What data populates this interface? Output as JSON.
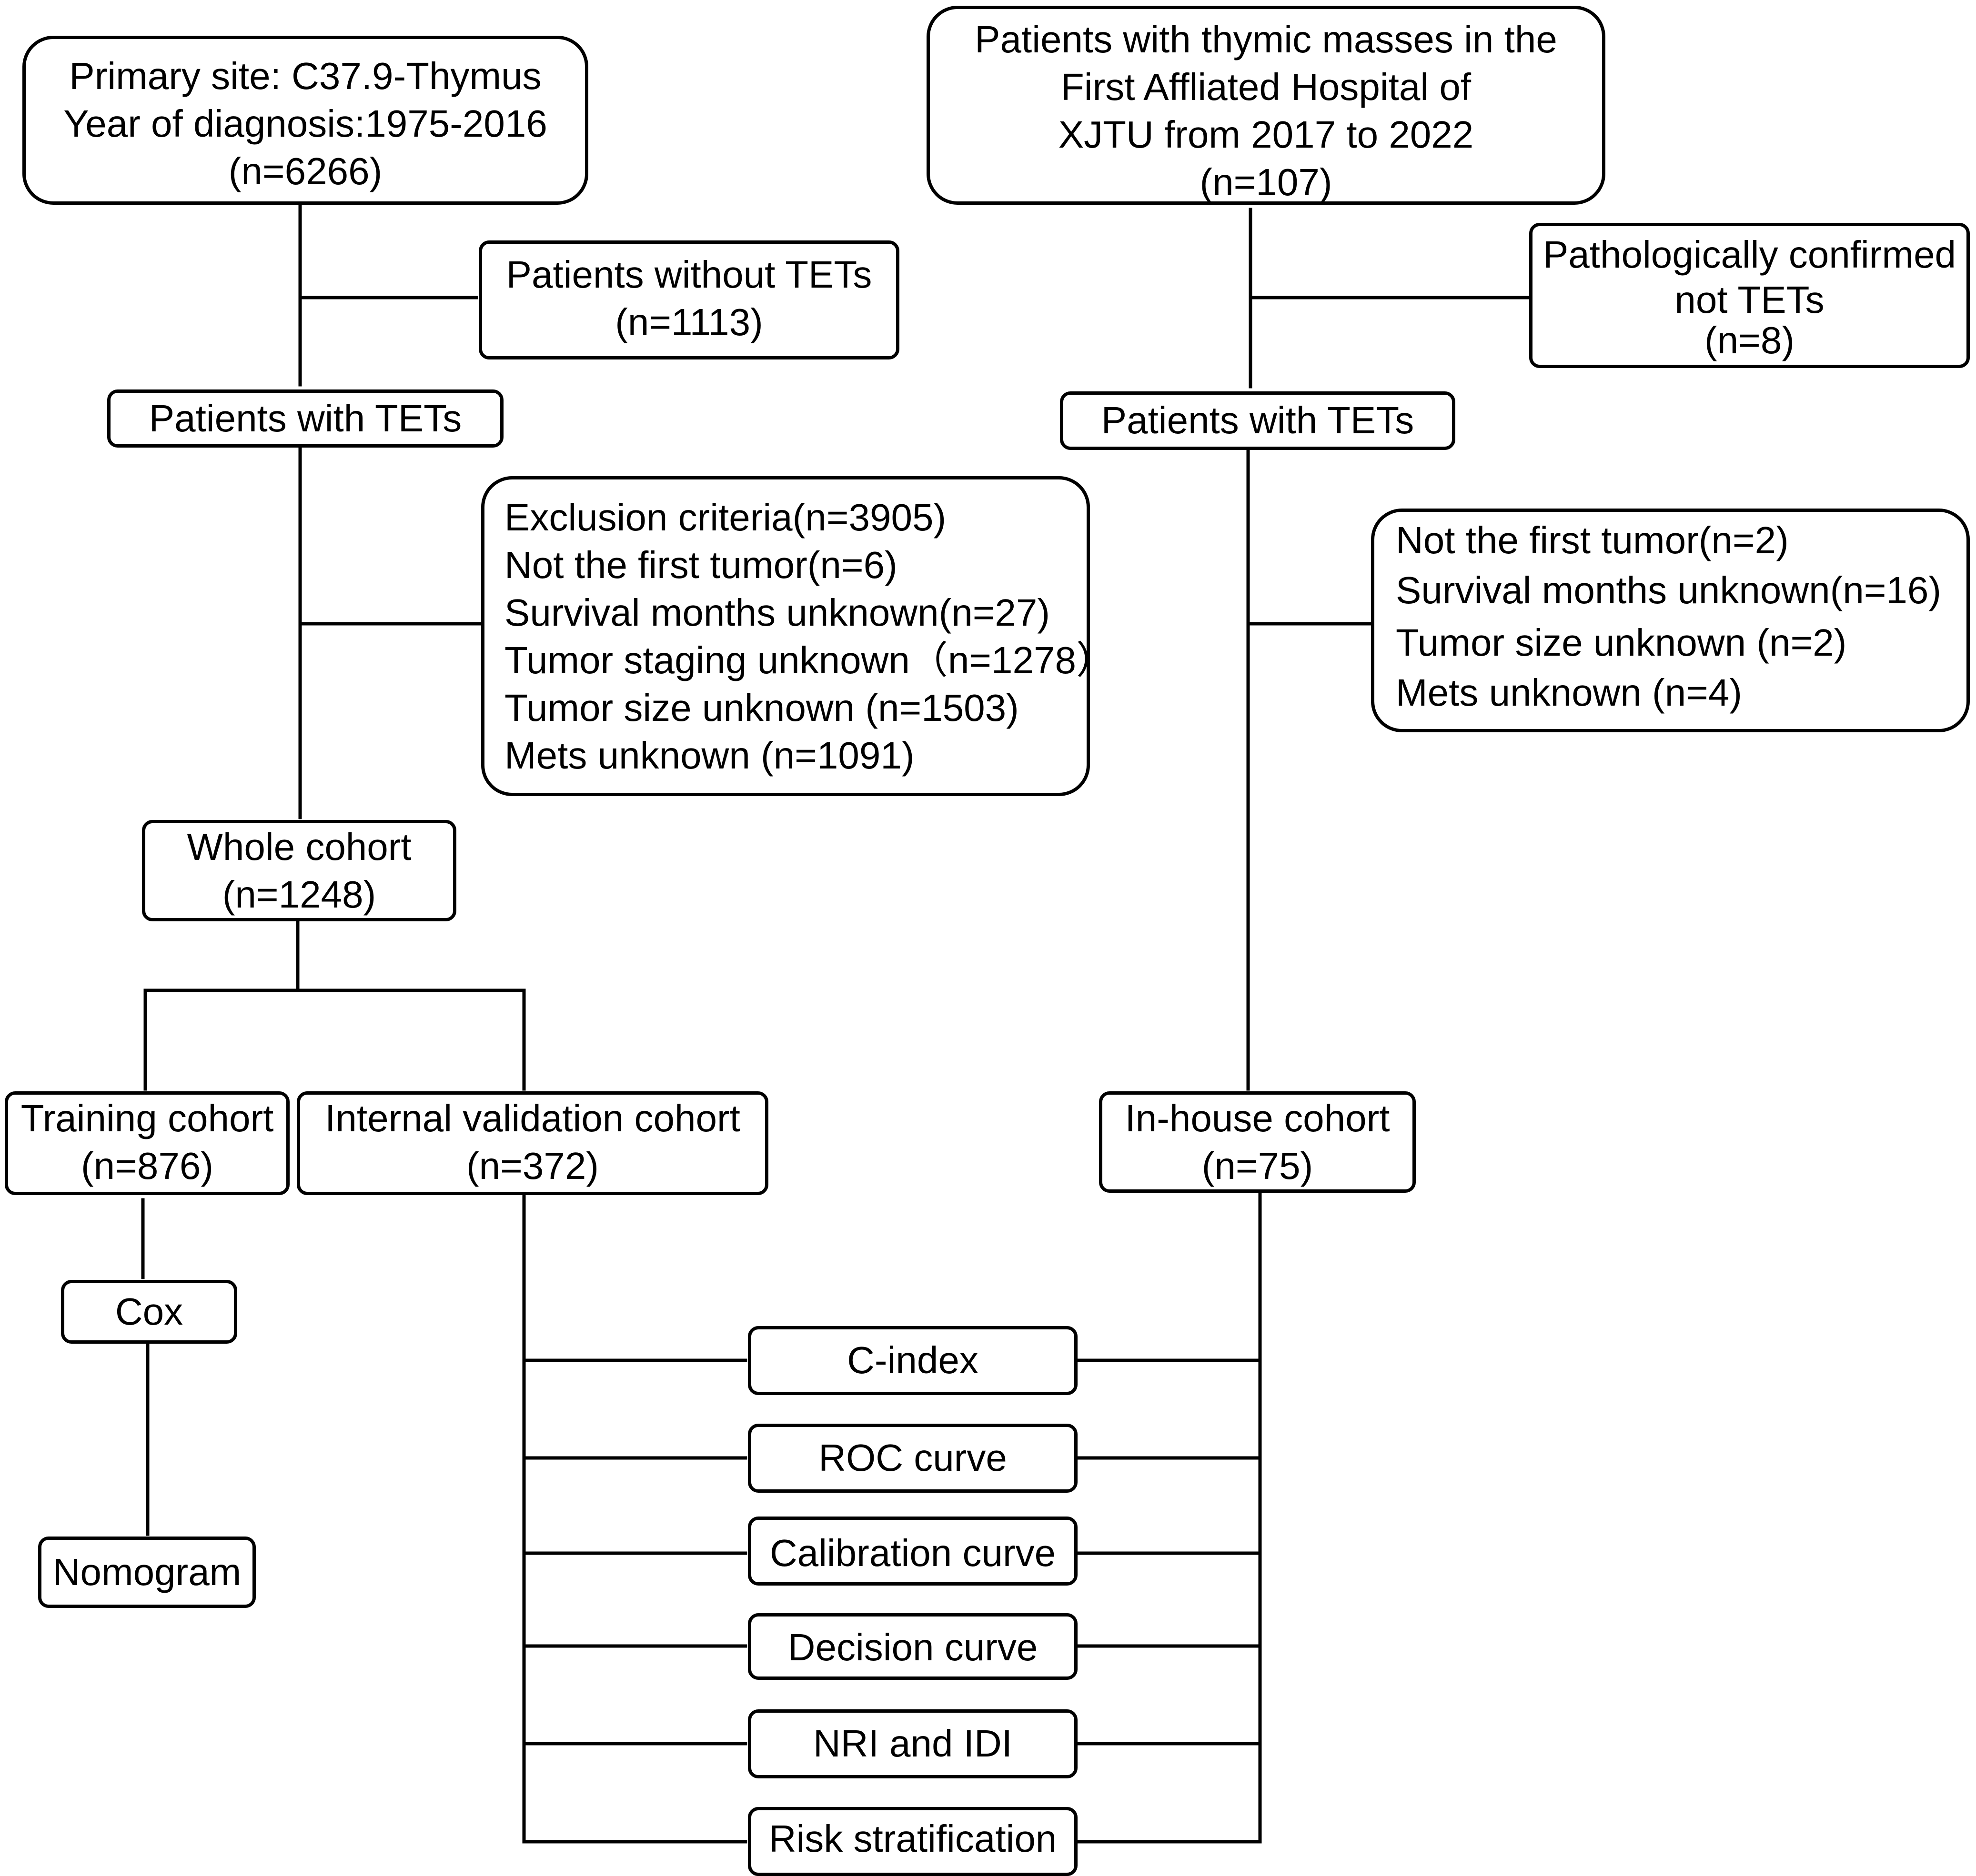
{
  "left": {
    "source": [
      "Primary site: C37.9-Thymus",
      "Year of diagnosis:1975-2016",
      "(n=6266)"
    ],
    "without_tets": [
      "Patients without TETs",
      "(n=1113)"
    ],
    "patients_with_tets": "Patients with TETs",
    "exclusion": [
      "Exclusion criteria(n=3905)",
      "Not the first tumor(n=6)",
      "Survival months unknown(n=27)",
      "Tumor staging unknown（n=1278）",
      "Tumor size unknown (n=1503)",
      "Mets unknown (n=1091)"
    ],
    "whole_cohort": [
      "Whole cohort",
      "(n=1248)"
    ],
    "training_cohort": [
      "Training cohort",
      "(n=876)"
    ],
    "internal_validation": [
      "Internal validation cohort",
      "(n=372)"
    ],
    "cox": "Cox",
    "nomogram": "Nomogram"
  },
  "right": {
    "source": [
      "Patients with thymic masses in the",
      "First Affliated Hospital of",
      "XJTU from 2017 to 2022",
      "(n=107)"
    ],
    "not_tets": [
      "Pathologically confirmed",
      "not TETs",
      "(n=8)"
    ],
    "patients_with_tets": "Patients with TETs",
    "exclusion": [
      "Not the first tumor(n=2)",
      "Survival months unknown(n=16)",
      "Tumor size unknown (n=2)",
      "Mets unknown (n=4)"
    ],
    "inhouse_cohort": [
      "In-house cohort",
      "(n=75)"
    ]
  },
  "evaluation": [
    "C-index",
    "ROC curve",
    "Calibration curve",
    "Decision curve",
    "NRI and IDI",
    "Risk stratification"
  ]
}
